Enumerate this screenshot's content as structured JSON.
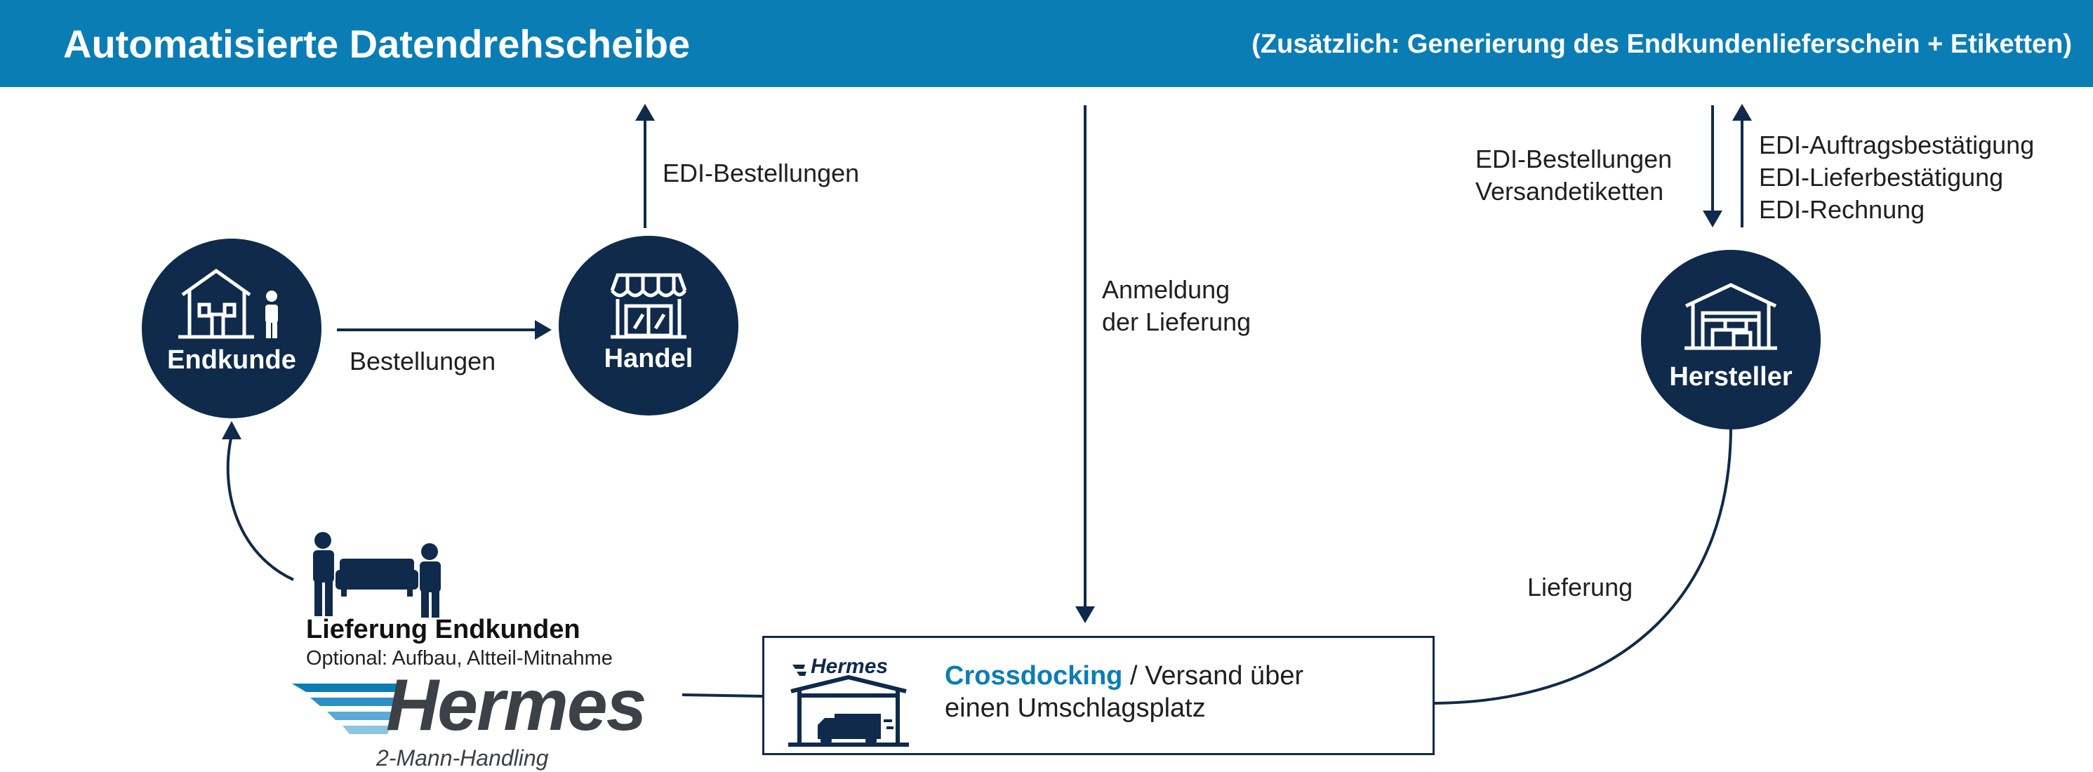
{
  "header": {
    "title": "Automatisierte Datendrehscheibe",
    "subtitle": "(Zusätzlich: Generierung des Endkundenlieferschein + Etiketten)",
    "background_color": "#0a7db5"
  },
  "nodes": {
    "endkunde": {
      "label": "Endkunde",
      "icon": "house-with-person-icon"
    },
    "handel": {
      "label": "Handel",
      "icon": "storefront-icon"
    },
    "hersteller": {
      "label": "Hersteller",
      "icon": "warehouse-icon"
    }
  },
  "edges": {
    "bestellungen": "Bestellungen",
    "edi_bestellungen_handel": "EDI-Bestellungen",
    "anmeldung": [
      "Anmeldung",
      "der Lieferung"
    ],
    "to_hersteller": [
      "EDI-Bestellungen",
      "Versandetiketten"
    ],
    "from_hersteller": [
      "EDI-Auftragsbestätigung",
      "EDI-Lieferbestätigung",
      "EDI-Rechnung"
    ],
    "lieferung": "Lieferung"
  },
  "delivery": {
    "title": "Lieferung Endkunden",
    "optional": "Optional: Aufbau, Altteil-Mitnahme",
    "icon": "two-people-carrying-sofa-icon"
  },
  "hermes": {
    "logo_text": "Hermes",
    "sub": "2-Mann-Handling",
    "small_logo_text": "Hermes"
  },
  "crossdocking": {
    "highlight": "Crossdocking",
    "rest_line1": " / Versand über",
    "line2": "einen Umschlagsplatz",
    "icon": "warehouse-truck-icon"
  },
  "colors": {
    "navy": "#0f2a4b",
    "accent": "#0a7db5",
    "hermes_gray": "#3c4047"
  }
}
